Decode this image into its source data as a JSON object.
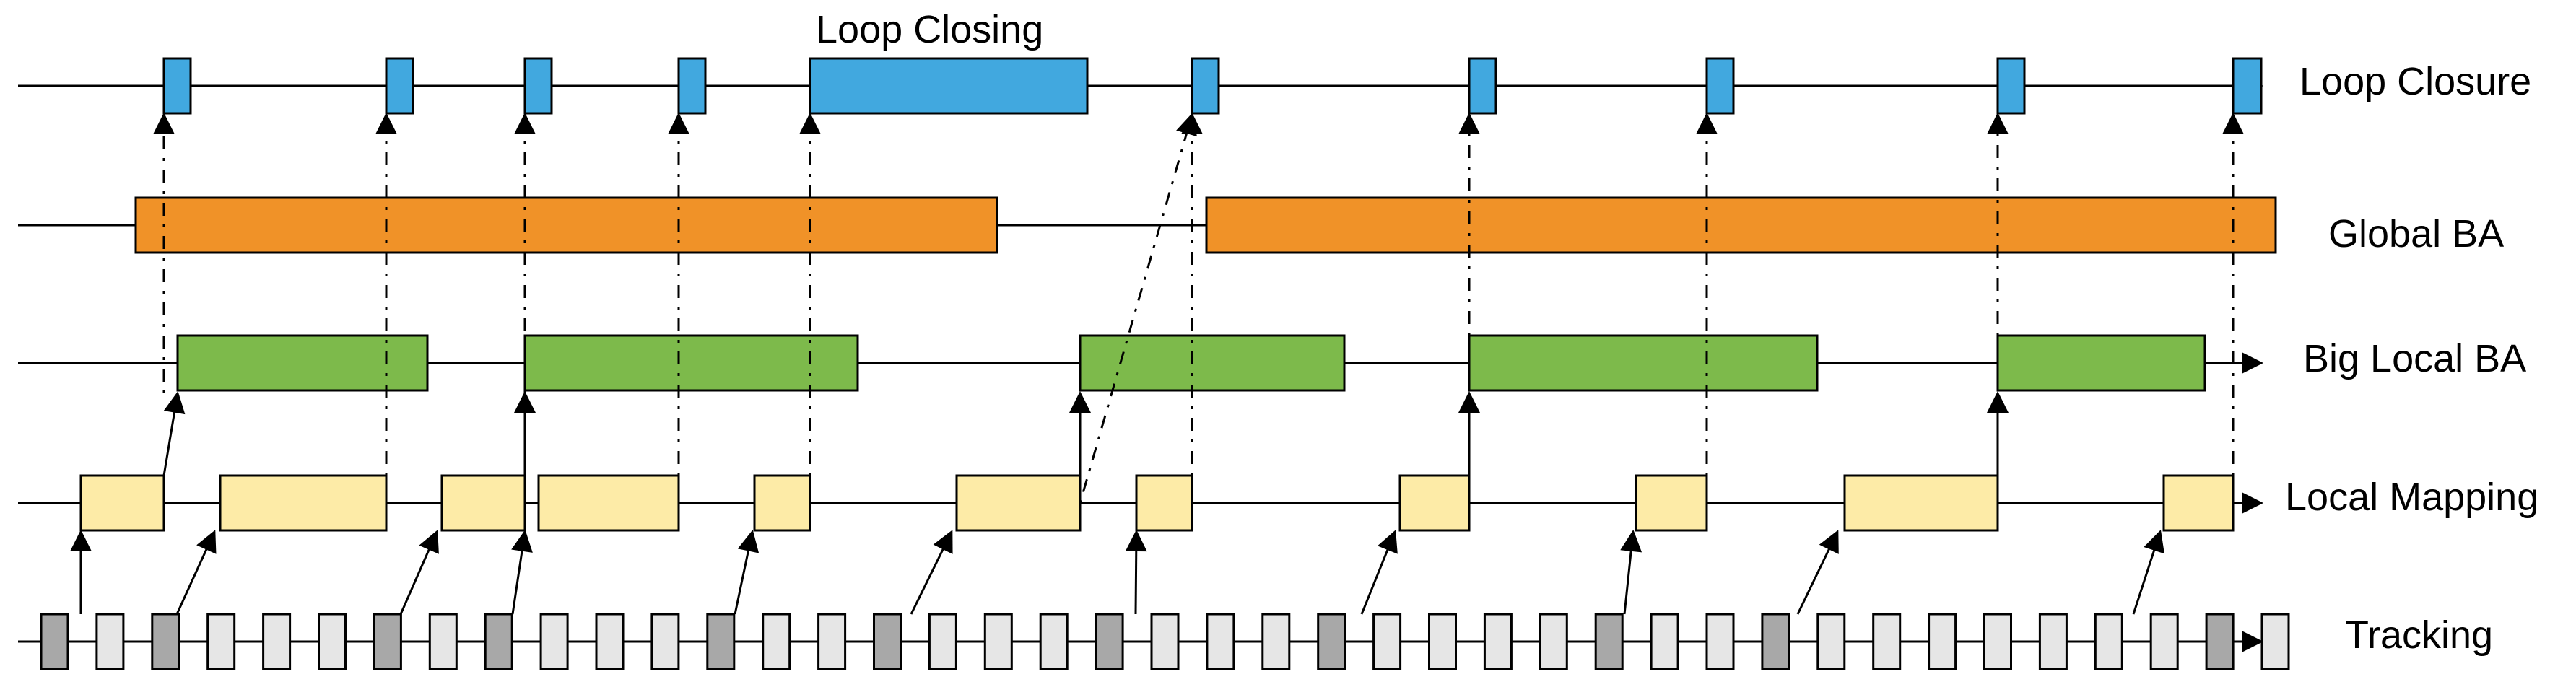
{
  "annotation": "Loop Closing",
  "colors": {
    "loop_closure": "#41A8DF",
    "global_ba": "#F09228",
    "big_local_ba": "#7DBA4B",
    "local_mapping": "#FDEBA7",
    "tracking_keyframe": "#A8A8A8",
    "tracking_frame": "#E6E6E6"
  },
  "lanes": [
    {
      "id": "loop-closure",
      "label": "Loop Closure"
    },
    {
      "id": "global-ba",
      "label": "Global BA"
    },
    {
      "id": "big-local-ba",
      "label": "Big Local BA"
    },
    {
      "id": "local-mapping",
      "label": "Local Mapping"
    },
    {
      "id": "tracking",
      "label": "Tracking"
    }
  ]
}
